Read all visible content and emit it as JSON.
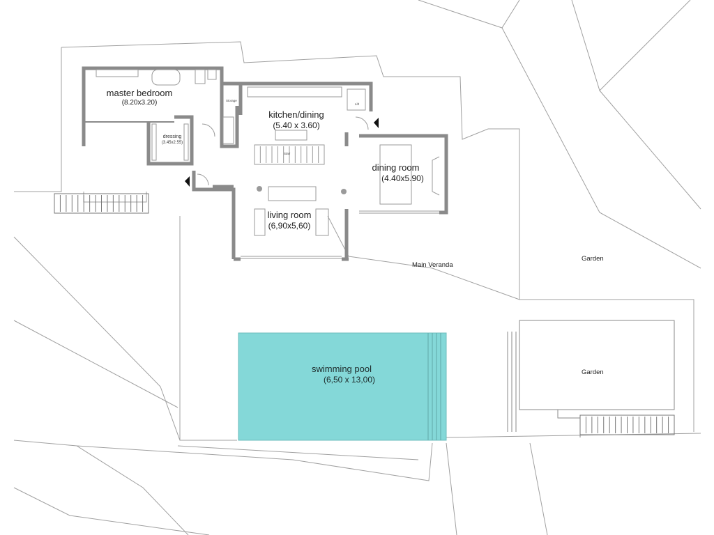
{
  "colors": {
    "wall": "#8a8a8a",
    "line": "#9a9a9a",
    "pool": "#84d8d8",
    "background": "#ffffff"
  },
  "rooms": {
    "master_bedroom": {
      "name": "master bedroom",
      "size": "(8.20x3.20)"
    },
    "dressing": {
      "name": "dressing",
      "size": "(3.45x2.55)"
    },
    "storage": {
      "name": "Storage"
    },
    "lift": {
      "name": "Lift"
    },
    "kitchen": {
      "name": "kitchen/dining",
      "size": "(5.40 x 3.60)"
    },
    "stair": {
      "name": "Stair"
    },
    "dining": {
      "name": "dining room",
      "size": "(4.40x5.90)"
    },
    "living": {
      "name": "living room",
      "size": "(6,90x5,60)"
    }
  },
  "outdoor": {
    "veranda": "Main Veranda",
    "garden_top": "Garden",
    "garden_bottom": "Garden",
    "pool_name": "swimming pool",
    "pool_size": "(6,50 x 13,00)"
  }
}
